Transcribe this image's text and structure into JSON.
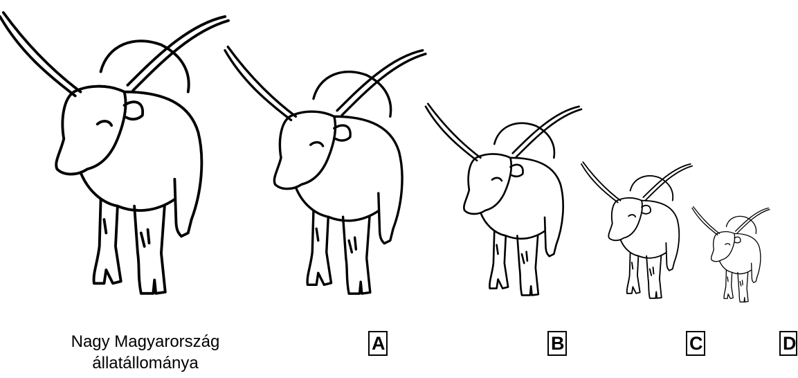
{
  "caption": {
    "line1": "Nagy Magyarország",
    "line2": "állatállománya"
  },
  "options": [
    {
      "label": "A"
    },
    {
      "label": "B"
    },
    {
      "label": "C"
    },
    {
      "label": "D"
    }
  ],
  "icon": "longhorn-cattle-drawing",
  "colors": {
    "ink": "#000000",
    "background": "#ffffff"
  }
}
